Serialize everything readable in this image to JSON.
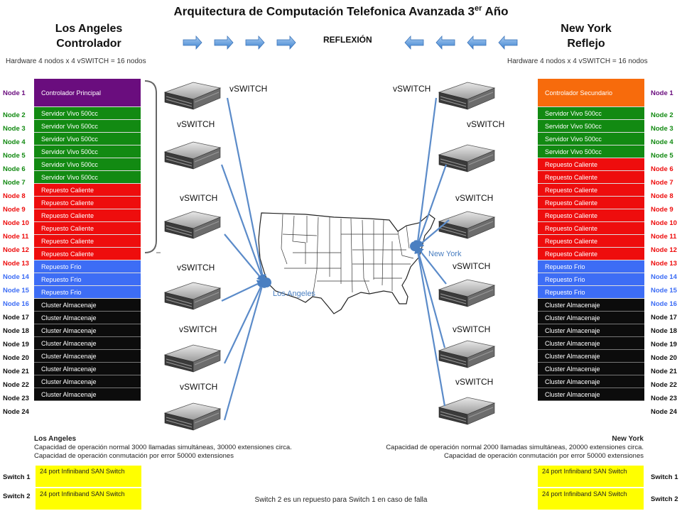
{
  "title": "Arquitectura de Computación Telefonica Avanzada 3",
  "title_sup": "er",
  "title_end": " Año",
  "left_site": {
    "line1": "Los Angeles",
    "line2": "Controlador"
  },
  "right_site": {
    "line1": "New York",
    "line2": "Reflejo"
  },
  "reflection_label": "REFLEXIÓN",
  "hardware_left": "Hardware 4 nodos x 4 vSWITCH = 16 nodos",
  "hardware_right": "Hardware 4 nodos x 4 vSWITCH = 16 nodos",
  "colors": {
    "controller_left": "#6a0d7e",
    "controller_right": "#f76b0c",
    "live": "#128a12",
    "hot_spare": "#ee0d0d",
    "cold_spare": "#3d6df5",
    "storage": "#0c0c0c",
    "switch": "#ffff00",
    "arrow": "#5b8bc9"
  },
  "left_nodes": [
    {
      "node": "Node 1",
      "label": "Controlador Principal",
      "kind": "purple"
    },
    {
      "node": "Node 2",
      "label": "Servidor Vivo 500cc",
      "kind": "green"
    },
    {
      "node": "Node 3",
      "label": "Servidor Vivo 500cc",
      "kind": "green"
    },
    {
      "node": "Node 4",
      "label": "Servidor Vivo 500cc",
      "kind": "green"
    },
    {
      "node": "Node 5",
      "label": "Servidor Vivo 500cc",
      "kind": "green"
    },
    {
      "node": "Node 6",
      "label": "Servidor Vivo 500cc",
      "kind": "green"
    },
    {
      "node": "Node 7",
      "label": "Servidor Vivo 500cc",
      "kind": "green"
    },
    {
      "node": "Node 8",
      "label": "Repuesto Caliente",
      "kind": "red"
    },
    {
      "node": "Node 9",
      "label": "Repuesto Caliente",
      "kind": "red"
    },
    {
      "node": "Node 10",
      "label": "Repuesto Caliente",
      "kind": "red"
    },
    {
      "node": "Node 11",
      "label": "Repuesto Caliente",
      "kind": "red"
    },
    {
      "node": "Node 12",
      "label": "Repuesto Caliente",
      "kind": "red"
    },
    {
      "node": "Node 13",
      "label": "Repuesto Caliente",
      "kind": "red"
    },
    {
      "node": "Node 14",
      "label": "Repuesto Frio",
      "kind": "blue"
    },
    {
      "node": "Node 15",
      "label": "Repuesto Frio",
      "kind": "blue"
    },
    {
      "node": "Node 16",
      "label": "Repuesto Frio",
      "kind": "blue"
    },
    {
      "node": "Node 17",
      "label": "Cluster Almacenaje",
      "kind": "black"
    },
    {
      "node": "Node 18",
      "label": "Cluster Almacenaje",
      "kind": "black"
    },
    {
      "node": "Node 19",
      "label": "Cluster Almacenaje",
      "kind": "black"
    },
    {
      "node": "Node 20",
      "label": "Cluster Almacenaje",
      "kind": "black"
    },
    {
      "node": "Node 21",
      "label": "Cluster Almacenaje",
      "kind": "black"
    },
    {
      "node": "Node 22",
      "label": "Cluster Almacenaje",
      "kind": "black"
    },
    {
      "node": "Node 23",
      "label": "Cluster Almacenaje",
      "kind": "black"
    },
    {
      "node": "Node 24",
      "label": "Cluster Almacenaje",
      "kind": "black"
    }
  ],
  "right_nodes": [
    {
      "node": "Node 1",
      "label": "Controlador Secundario",
      "kind": "orange"
    },
    {
      "node": "Node 2",
      "label": "Servidor Vivo 500cc",
      "kind": "green"
    },
    {
      "node": "Node 3",
      "label": "Servidor Vivo 500cc",
      "kind": "green"
    },
    {
      "node": "Node 4",
      "label": "Servidor Vivo 500cc",
      "kind": "green"
    },
    {
      "node": "Node 5",
      "label": "Servidor Vivo 500cc",
      "kind": "green"
    },
    {
      "node": "Node 6",
      "label": "Repuesto Caliente",
      "kind": "red"
    },
    {
      "node": "Node 7",
      "label": "Repuesto Caliente",
      "kind": "red"
    },
    {
      "node": "Node 8",
      "label": "Repuesto Caliente",
      "kind": "red"
    },
    {
      "node": "Node 9",
      "label": "Repuesto Caliente",
      "kind": "red"
    },
    {
      "node": "Node 10",
      "label": "Repuesto Caliente",
      "kind": "red"
    },
    {
      "node": "Node 11",
      "label": "Repuesto Caliente",
      "kind": "red"
    },
    {
      "node": "Node 12",
      "label": "Repuesto Caliente",
      "kind": "red"
    },
    {
      "node": "Node 13",
      "label": "Repuesto Caliente",
      "kind": "red"
    },
    {
      "node": "Node 14",
      "label": "Repuesto Frio",
      "kind": "blue"
    },
    {
      "node": "Node 15",
      "label": "Repuesto Frio",
      "kind": "blue"
    },
    {
      "node": "Node 16",
      "label": "Repuesto Frio",
      "kind": "blue"
    },
    {
      "node": "Node 17",
      "label": "Cluster Almacenaje",
      "kind": "black"
    },
    {
      "node": "Node 18",
      "label": "Cluster Almacenaje",
      "kind": "black"
    },
    {
      "node": "Node 19",
      "label": "Cluster Almacenaje",
      "kind": "black"
    },
    {
      "node": "Node 20",
      "label": "Cluster Almacenaje",
      "kind": "black"
    },
    {
      "node": "Node 21",
      "label": "Cluster Almacenaje",
      "kind": "black"
    },
    {
      "node": "Node 22",
      "label": "Cluster Almacenaje",
      "kind": "black"
    },
    {
      "node": "Node 23",
      "label": "Cluster Almacenaje",
      "kind": "black"
    },
    {
      "node": "Node 24",
      "label": "Cluster Almacenaje",
      "kind": "black"
    }
  ],
  "vswitch_label": "vSWITCH",
  "map_labels": {
    "los_angeles": "Los Angeles",
    "new_york": "New York"
  },
  "left_desc": {
    "heading": "Los Angeles",
    "line1": "Capacidad de operación normal 3000 llamadas simultáneas, 30000 extensiones circa.",
    "line2": "Capacidad de operación conmutación por error 50000 extensiones"
  },
  "right_desc": {
    "heading": "New York",
    "line1": "Capacidad de operación normal 2000 llamadas simultáneas, 20000 extensiones circa.",
    "line2": "Capacidad de operación conmutación por error 50000 extensiones"
  },
  "switch1_label": "Switch 1",
  "switch2_label": "Switch 2",
  "switch_box_label": "24 port Infiniband SAN Switch",
  "footer_note": "Switch 2 es un repuesto para Switch 1 en caso de falla"
}
